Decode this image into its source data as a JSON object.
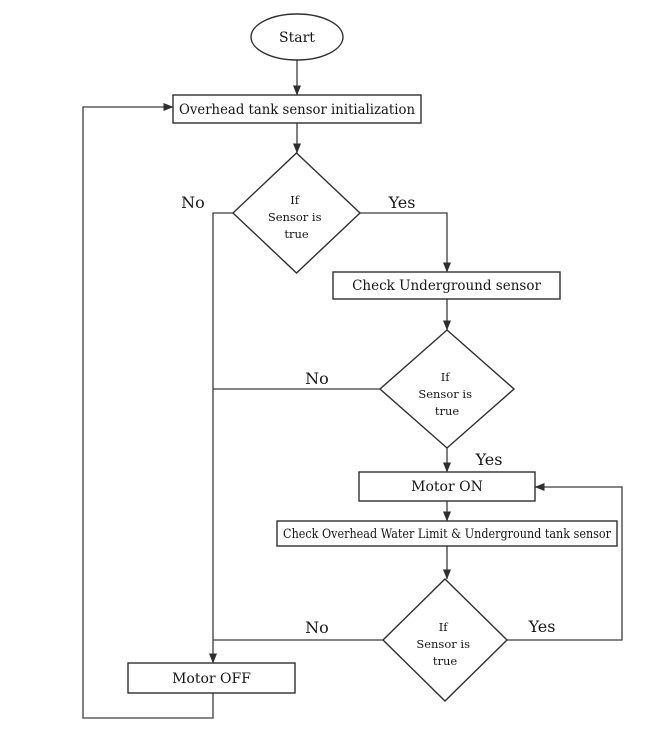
{
  "diagram": {
    "title": "water-tank-motor-control-flowchart",
    "colors": {
      "background": "#ffffff",
      "line": "#3c3c3c",
      "shape_border": "#2f2f2f",
      "text": "#161616"
    },
    "nodes": {
      "start": {
        "type": "terminator",
        "label": "Start"
      },
      "init": {
        "type": "process",
        "label": "Overhead tank sensor initialization"
      },
      "decision1": {
        "type": "decision",
        "label_lines": [
          "If",
          "Sensor is",
          "true"
        ]
      },
      "check_underground": {
        "type": "process",
        "label": "Check Underground sensor"
      },
      "decision2": {
        "type": "decision",
        "label_lines": [
          "If",
          "Sensor is",
          "true"
        ]
      },
      "motor_on": {
        "type": "process",
        "label": "Motor ON"
      },
      "check_overhead": {
        "type": "process",
        "label": "Check Overhead Water Limit & Underground tank sensor"
      },
      "decision3": {
        "type": "decision",
        "label_lines": [
          "If",
          "Sensor is",
          "true"
        ]
      },
      "motor_off": {
        "type": "process",
        "label": "Motor OFF"
      }
    },
    "edge_labels": {
      "decision1_no": "No",
      "decision1_yes": "Yes",
      "decision2_no": "No",
      "decision2_yes": "Yes",
      "decision3_no": "No",
      "decision3_yes": "Yes"
    }
  }
}
